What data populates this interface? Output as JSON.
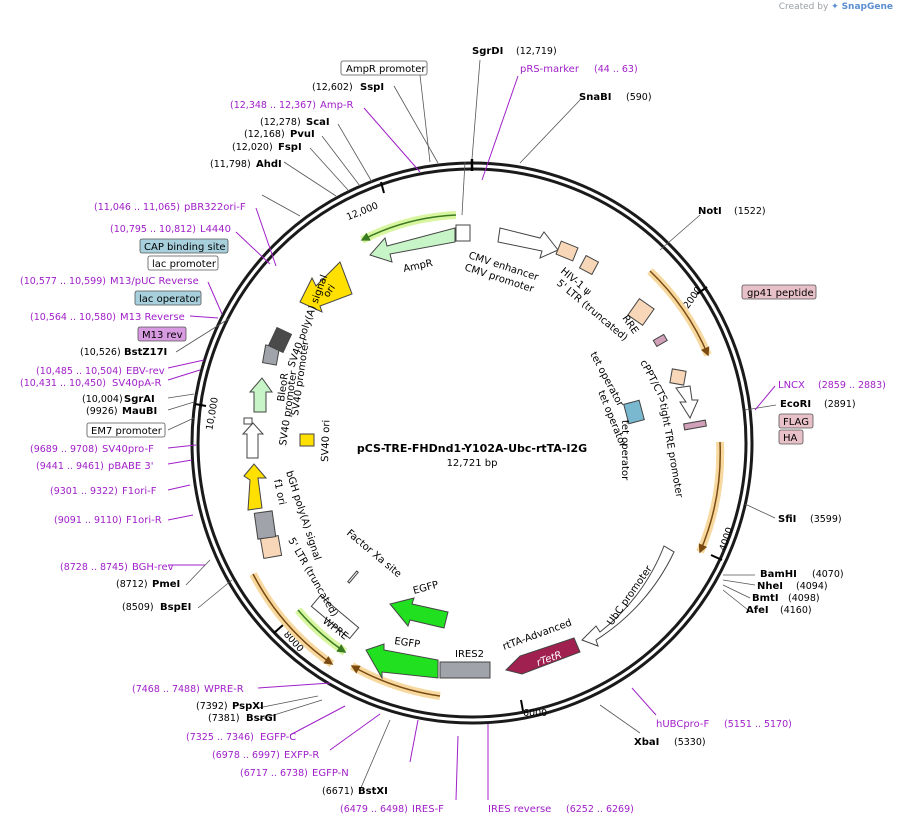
{
  "credit": {
    "prefix": "Created by",
    "brand": "SnapGene"
  },
  "plasmid": {
    "name": "pCS-TRE-FHDnd1-Y102A-Ubc-rtTA-I2G",
    "size_label": "12,721 bp",
    "length": 12721
  },
  "ticks": [
    "2000",
    "4000",
    "6000",
    "8000",
    "10,000",
    "12,000"
  ],
  "enzymes": [
    {
      "name": "SgrDI",
      "pos": "(12,719)"
    },
    {
      "name": "SnaBI",
      "pos": "(590)"
    },
    {
      "name": "NotI",
      "pos": "(1522)"
    },
    {
      "name": "EcoRI",
      "pos": "(2891)"
    },
    {
      "name": "SfiI",
      "pos": "(3599)"
    },
    {
      "name": "BamHI",
      "pos": "(4070)"
    },
    {
      "name": "NheI",
      "pos": "(4094)"
    },
    {
      "name": "BmtI",
      "pos": "(4098)"
    },
    {
      "name": "AfeI",
      "pos": "(4160)"
    },
    {
      "name": "XbaI",
      "pos": "(5330)"
    },
    {
      "name": "BstXI",
      "pos": "(6671)"
    },
    {
      "name": "BsrGI",
      "pos": "(7381)"
    },
    {
      "name": "PspXI",
      "pos": "(7392)"
    },
    {
      "name": "BspEI",
      "pos": "(8509)"
    },
    {
      "name": "PmeI",
      "pos": "(8712)"
    },
    {
      "name": "MauBI",
      "pos": "(9926)"
    },
    {
      "name": "SgrAI",
      "pos": "(10,004)"
    },
    {
      "name": "BstZ17I",
      "pos": "(10,526)"
    },
    {
      "name": "AhdI",
      "pos": "(11,798)"
    },
    {
      "name": "FspI",
      "pos": "(12,020)"
    },
    {
      "name": "PvuI",
      "pos": "(12,168)"
    },
    {
      "name": "ScaI",
      "pos": "(12,278)"
    },
    {
      "name": "SspI",
      "pos": "(12,602)"
    }
  ],
  "primers": [
    {
      "name": "pRS-marker",
      "pos": "(44 .. 63)"
    },
    {
      "name": "LNCX",
      "pos": "(2859 .. 2883)"
    },
    {
      "name": "hUBCpro-F",
      "pos": "(5151 .. 5170)"
    },
    {
      "name": "IRES reverse",
      "pos": "(6252 .. 6269)"
    },
    {
      "name": "IRES-F",
      "pos": "(6479 .. 6498)"
    },
    {
      "name": "EGFP-N",
      "pos": "(6717 .. 6738)"
    },
    {
      "name": "EXFP-R",
      "pos": "(6978 .. 6997)"
    },
    {
      "name": "EGFP-C",
      "pos": "(7325 .. 7346)"
    },
    {
      "name": "WPRE-R",
      "pos": "(7468 .. 7488)"
    },
    {
      "name": "BGH-rev",
      "pos": "(8728 .. 8745)"
    },
    {
      "name": "F1ori-R",
      "pos": "(9091 .. 9110)"
    },
    {
      "name": "F1ori-F",
      "pos": "(9301 .. 9322)"
    },
    {
      "name": "pBABE 3'",
      "pos": "(9441 .. 9461)"
    },
    {
      "name": "SV40pro-F",
      "pos": "(9689 .. 9708)"
    },
    {
      "name": "SV40pA-R",
      "pos": "(10,431 .. 10,450)"
    },
    {
      "name": "EBV-rev",
      "pos": "(10,485 .. 10,504)"
    },
    {
      "name": "M13 Reverse",
      "pos": "(10,564 .. 10,580)"
    },
    {
      "name": "M13/pUC Reverse",
      "pos": "(10,577 .. 10,599)"
    },
    {
      "name": "L4440",
      "pos": "(10,795 .. 10,812)"
    },
    {
      "name": "pBR322ori-F",
      "pos": "(11,046 .. 11,065)"
    },
    {
      "name": "Amp-R",
      "pos": "(12,348 .. 12,367)"
    }
  ],
  "boxed_labels": [
    {
      "name": "AmpR promoter",
      "color": "#ffffff"
    },
    {
      "name": "gp41 peptide",
      "color": "#e8c0c8"
    },
    {
      "name": "FLAG",
      "color": "#e8c0c8"
    },
    {
      "name": "HA",
      "color": "#e8c0c8"
    },
    {
      "name": "CAP binding site",
      "color": "#a8d0dc"
    },
    {
      "name": "lac promoter",
      "color": "#ffffff"
    },
    {
      "name": "lac operator",
      "color": "#a8d0dc"
    },
    {
      "name": "M13 rev",
      "color": "#d89ae0"
    },
    {
      "name": "EM7 promoter",
      "color": "#ffffff"
    }
  ],
  "features": [
    {
      "name": "CMV enhancer"
    },
    {
      "name": "CMV promoter"
    },
    {
      "name": "HIV-1 ψ"
    },
    {
      "name": "5' LTR (truncated)"
    },
    {
      "name": "RRE"
    },
    {
      "name": "cPPT/CTS"
    },
    {
      "name": "tet operator"
    },
    {
      "name": "tet operator"
    },
    {
      "name": "tet operator"
    },
    {
      "name": "tight TRE promoter"
    },
    {
      "name": "UbC promoter"
    },
    {
      "name": "rtTA-Advanced"
    },
    {
      "name": "rTetR"
    },
    {
      "name": "IRES2"
    },
    {
      "name": "EGFP"
    },
    {
      "name": "EGFP"
    },
    {
      "name": "Factor Xa site"
    },
    {
      "name": "WPRE"
    },
    {
      "name": "5' LTR (truncated)"
    },
    {
      "name": "bGH poly(A) signal"
    },
    {
      "name": "f1 ori"
    },
    {
      "name": "SV40 promoter"
    },
    {
      "name": "BleoR"
    },
    {
      "name": "SV40 promoter"
    },
    {
      "name": "SV40 ori"
    },
    {
      "name": "SV40 poly(A) signal"
    },
    {
      "name": "ori"
    },
    {
      "name": "AmpR"
    }
  ],
  "colors": {
    "backbone": "#1a1a1a",
    "enzyme_text": "#000000",
    "primer": "#a020c8",
    "ampr": "#c8f5c8",
    "ori": "#ffe000",
    "ltr": "#f7d7b7",
    "grey": "#a0a4aa",
    "egfp": "#20e020",
    "rtetr": "#a02050",
    "orf_orange": "#f0b060"
  }
}
